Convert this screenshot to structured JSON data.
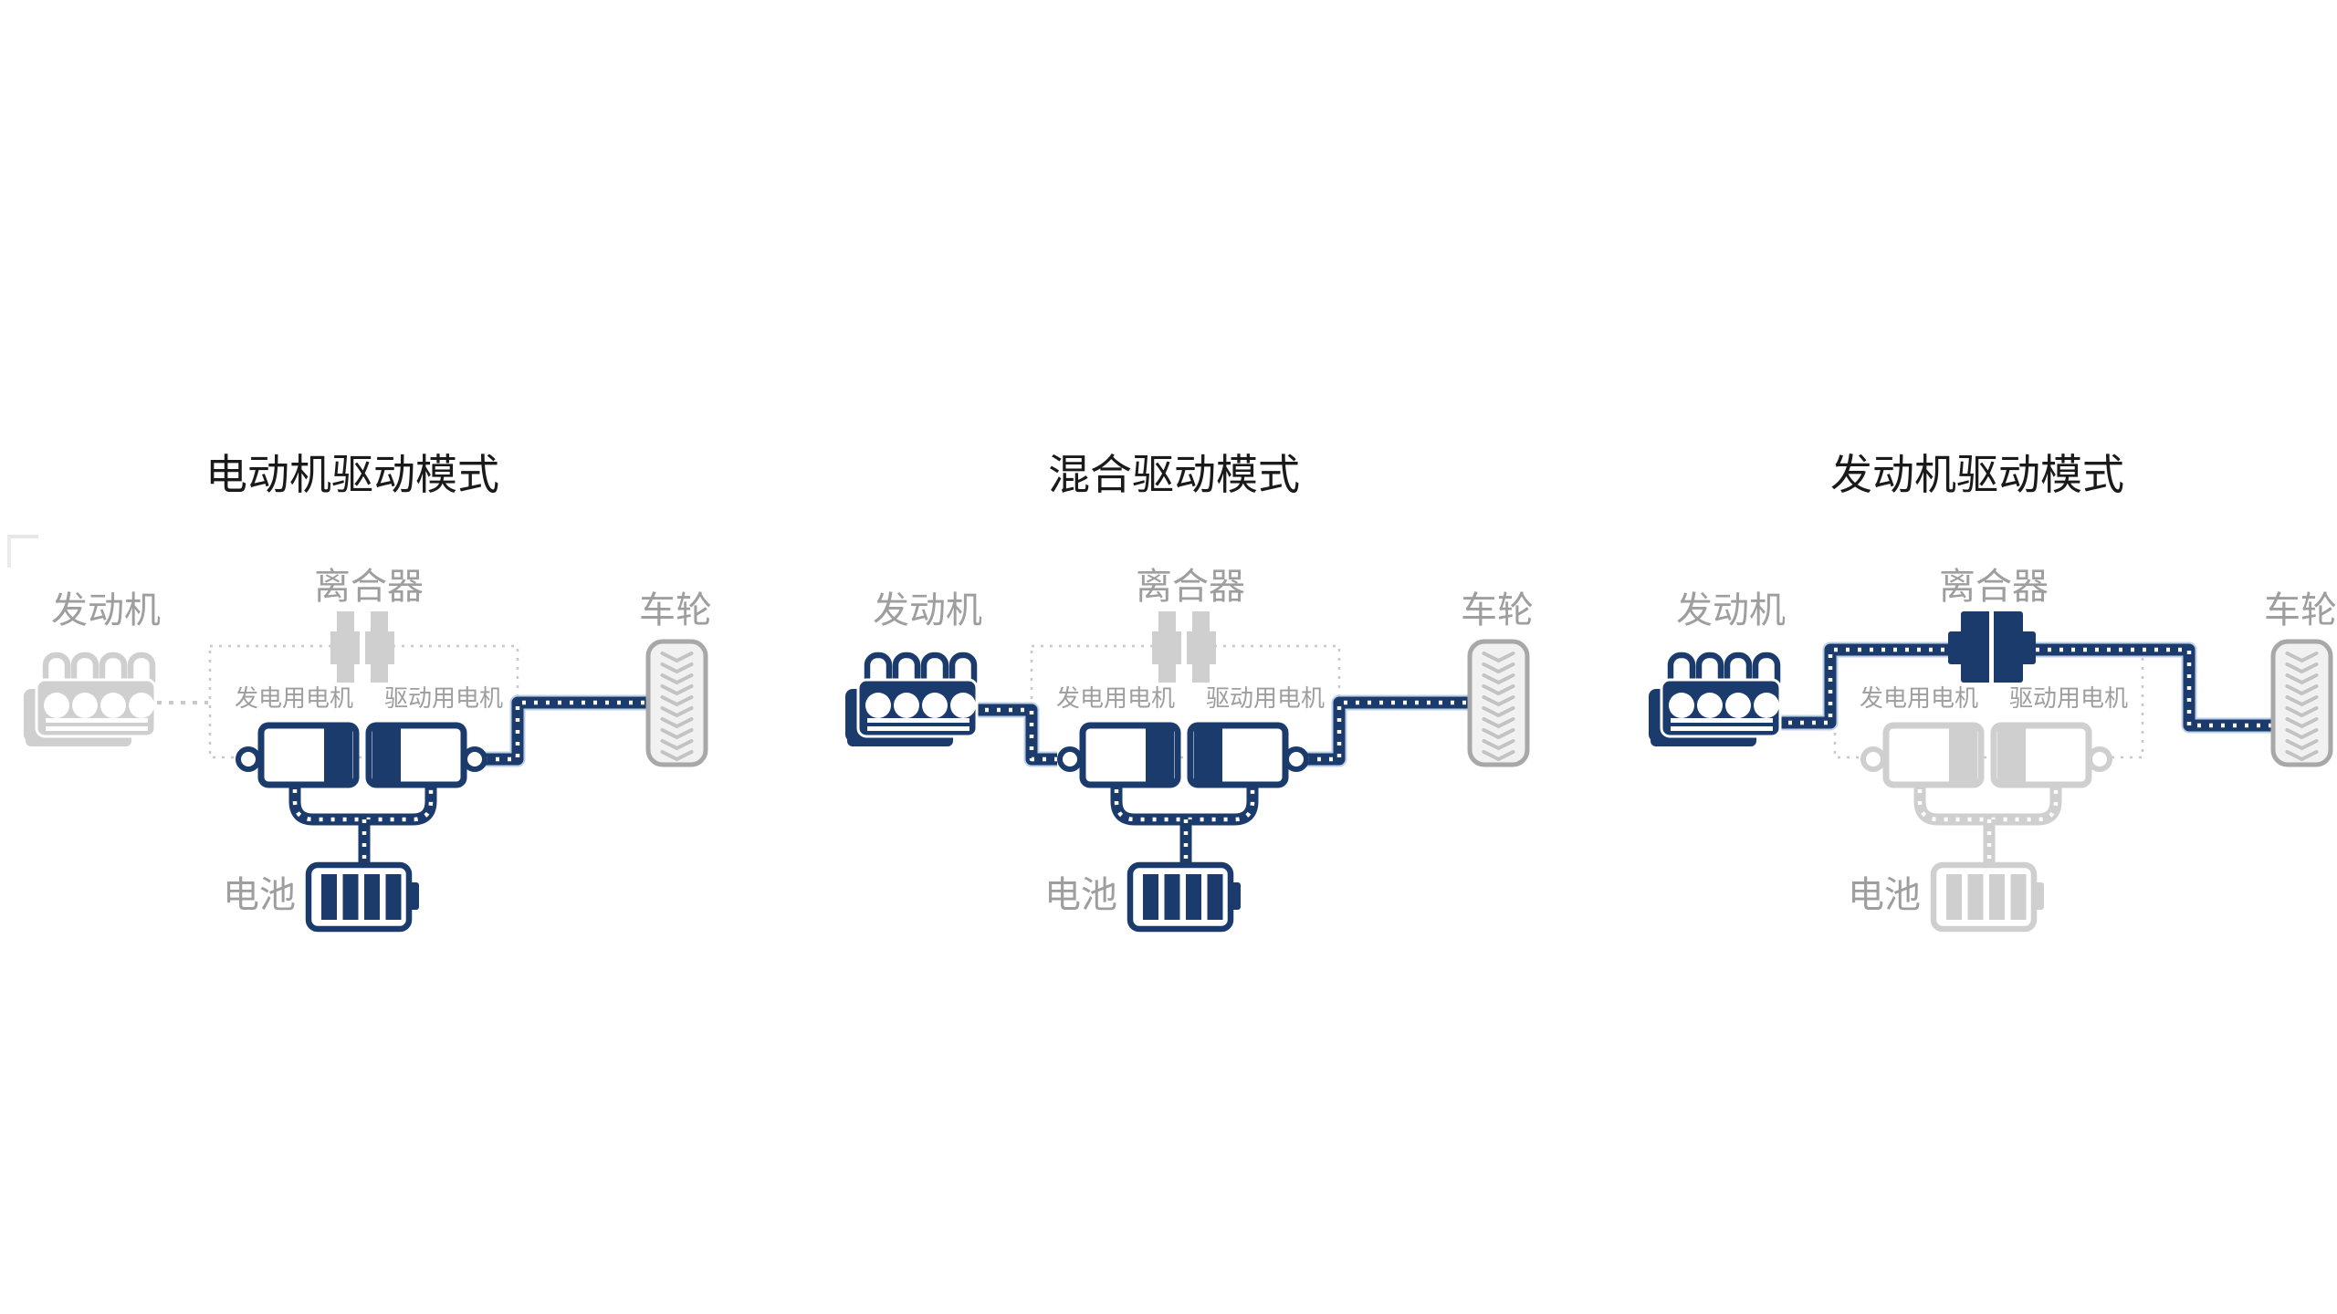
{
  "page": {
    "background": "#ffffff"
  },
  "colors": {
    "active": "#1c3b6d",
    "inactive": "#cfcfcf",
    "inactive_line": "#c9c9c9",
    "label": "#9e9e9e",
    "title": "#1a1a1a",
    "wheel_border": "#a8a8a8",
    "wheel_fill": "#f1f1f1",
    "wheel_tread": "#c3c3c3",
    "dashed_box": "#c8c8c8",
    "link_halo": "#bdd0e8",
    "link_dot": "#ffffff"
  },
  "panels": [
    {
      "id": "electric-motor-drive-mode",
      "title": "电动机驱动模式",
      "labels": {
        "engine": "发动机",
        "clutch": "离合器",
        "generator_motor": "发电用电机",
        "drive_motor": "驱动用电机",
        "wheel": "车轮",
        "battery": "电池"
      },
      "state": {
        "engine": "inactive",
        "clutch": "disengaged",
        "motors": "active",
        "battery": "active",
        "engine_link": "idle",
        "wheel_link": "show",
        "top_link": "hide"
      }
    },
    {
      "id": "hybrid-drive-mode",
      "title": "混合驱动模式",
      "labels": {
        "engine": "发动机",
        "clutch": "离合器",
        "generator_motor": "发电用电机",
        "drive_motor": "驱动用电机",
        "wheel": "车轮",
        "battery": "电池"
      },
      "state": {
        "engine": "active",
        "clutch": "disengaged",
        "motors": "active",
        "battery": "active",
        "engine_link": "active",
        "wheel_link": "show",
        "top_link": "hide"
      }
    },
    {
      "id": "engine-drive-mode",
      "title": "发动机驱动模式",
      "labels": {
        "engine": "发动机",
        "clutch": "离合器",
        "generator_motor": "发电用电机",
        "drive_motor": "驱动用电机",
        "wheel": "车轮",
        "battery": "电池"
      },
      "state": {
        "engine": "active",
        "clutch": "engaged",
        "motors": "inactive",
        "battery": "inactive",
        "engine_link": "none",
        "wheel_link": "hide",
        "top_link": "show"
      }
    }
  ]
}
